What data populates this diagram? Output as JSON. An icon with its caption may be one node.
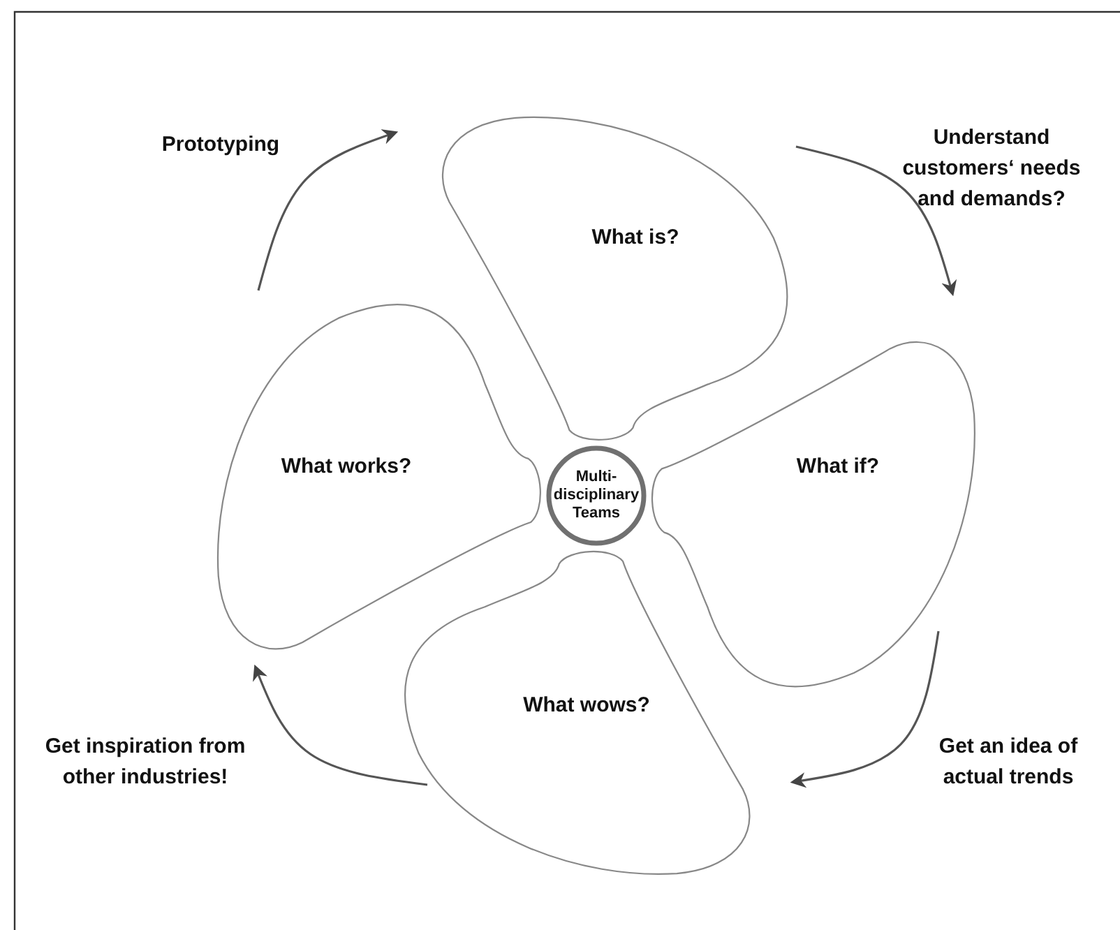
{
  "diagram": {
    "nodes": [
      {
        "text": [
          "Multi-disciplinary Teams"
        ]
      },
      {
        "text": [
          "What is?"
        ]
      },
      {
        "text": [
          "What if?"
        ]
      },
      {
        "text": [
          "What wows?"
        ]
      },
      {
        "text": [
          "What works?"
        ]
      }
    ],
    "edges": [
      {
        "from": 4,
        "to": 1,
        "arrow": "to",
        "label": "Prototyping"
      },
      {
        "from": 1,
        "to": 2,
        "arrow": "to",
        "label": "Understand customers‘ needs and demands?"
      },
      {
        "from": 2,
        "to": 3,
        "arrow": "to",
        "label": "Get an idea of actual trends"
      },
      {
        "from": 3,
        "to": 4,
        "arrow": "to",
        "label": "Get inspiration from other industries!"
      }
    ]
  }
}
